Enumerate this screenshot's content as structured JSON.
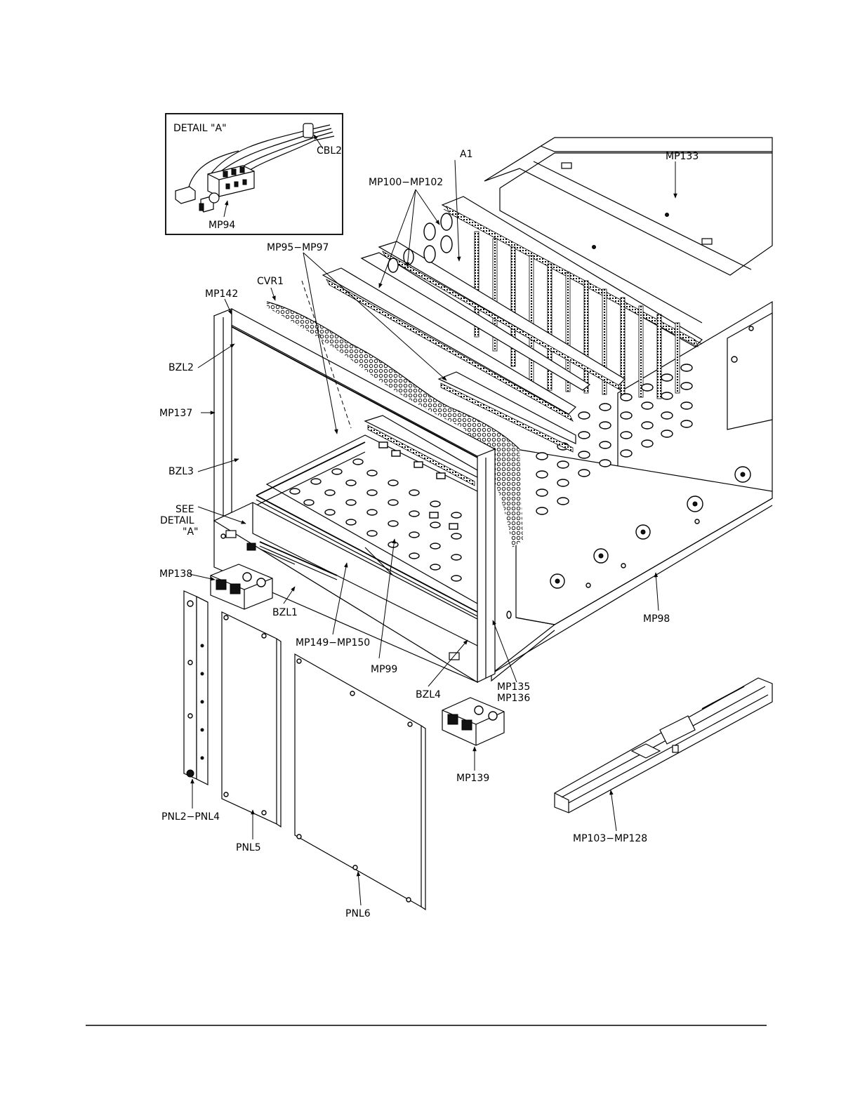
{
  "detail_box": {
    "title": "DETAIL \"A\"",
    "labels": [
      "CBL2",
      "MP94"
    ]
  },
  "callouts": {
    "mp133": "MP133",
    "a1": "A1",
    "mp100_102": "MP100−MP102",
    "mp95_97": "MP95−MP97",
    "cvr1": "CVR1",
    "mp142": "MP142",
    "bzl2": "BZL2",
    "mp137": "MP137",
    "bzl3": "BZL3",
    "see": "SEE",
    "detail": "DETAIL",
    "detail_a": "\"A\"",
    "mp138": "MP138",
    "bzl1": "BZL1",
    "mp149_150": "MP149−MP150",
    "mp99": "MP99",
    "bzl4": "BZL4",
    "mp135": "MP135",
    "mp136": "MP136",
    "mp98": "MP98",
    "mp139": "MP139",
    "mp103_128": "MP103−MP128",
    "pnl2_4": "PNL2−PNL4",
    "pnl5": "PNL5",
    "pnl6": "PNL6"
  }
}
